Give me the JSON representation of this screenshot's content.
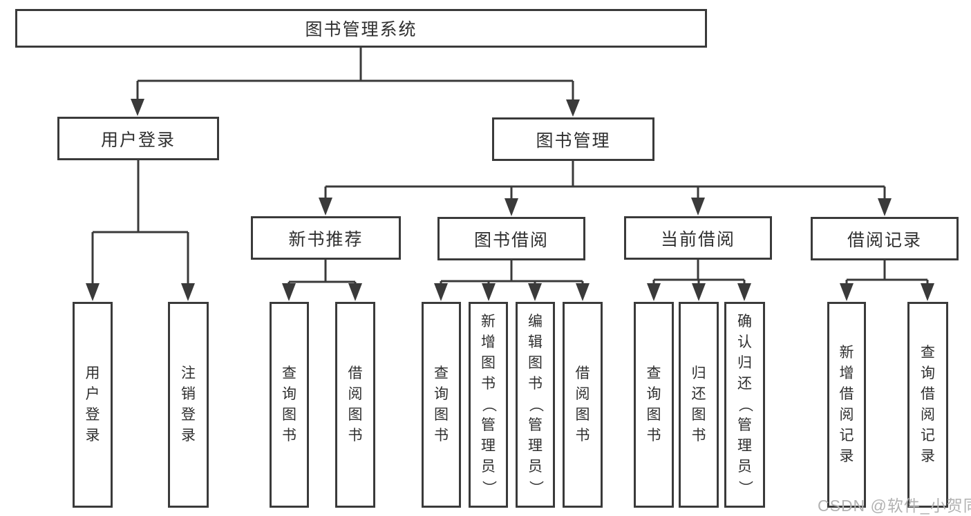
{
  "diagram": {
    "root": {
      "label": "图书管理系统"
    },
    "level2": [
      {
        "label": "用户登录"
      },
      {
        "label": "图书管理"
      }
    ],
    "level3": [
      {
        "label": "新书推荐"
      },
      {
        "label": "图书借阅"
      },
      {
        "label": "当前借阅"
      },
      {
        "label": "借阅记录"
      }
    ],
    "leaves": {
      "user": [
        "用户登录",
        "注销登录"
      ],
      "recommend": [
        "查询图书",
        "借阅图书"
      ],
      "borrow": [
        "查询图书",
        "新增图书（管理员）",
        "编辑图书（管理员）",
        "借阅图书"
      ],
      "current": [
        "查询图书",
        "归还图书",
        "确认归还（管理员）"
      ],
      "records": [
        "新增借阅记录",
        "查询借阅记录"
      ]
    }
  },
  "watermark": {
    "text": "CSDN @软件_小贺同学"
  },
  "colors": {
    "line": "#3a3a3a",
    "text": "#2f2f2f",
    "background": "#ffffff",
    "watermark": "#b2b2b2"
  }
}
